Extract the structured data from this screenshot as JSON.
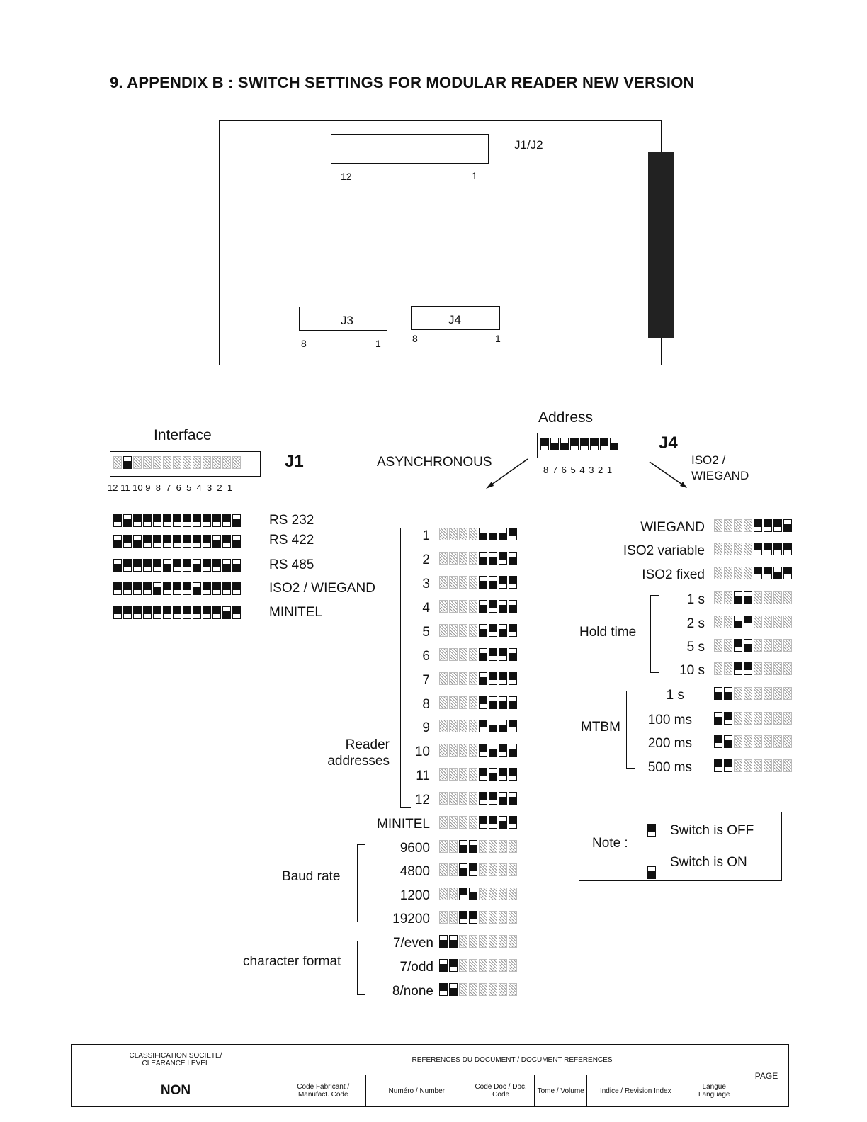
{
  "title": "9.  APPENDIX B : SWITCH SETTINGS FOR MODULAR READER NEW VERSION",
  "board": {
    "j12_label": "J1/J2",
    "j12_left": "12",
    "j12_right": "1",
    "j3_label": "J3",
    "j3_left": "8",
    "j3_right": "1",
    "j4_label": "J4",
    "j4_left": "8",
    "j4_right": "1"
  },
  "interface": {
    "heading": "Interface",
    "connector": "J1",
    "numbers": "12 11 10 9  8  7  6  5  4  3  2  1",
    "header_pattern": "XOXXXXXXXXXXX",
    "rows": [
      {
        "label": "RS 232",
        "pattern": "FOFFFFFFFFFFO"
      },
      {
        "label": "RS 422",
        "pattern": "OFOFFFFFFFOFO"
      },
      {
        "label": "RS 485",
        "pattern": "OFFFFOFFOFFOO"
      },
      {
        "label": "ISO2 / WIEGAND",
        "pattern": "FFFFOFFFOFFFF"
      },
      {
        "label": "MINITEL",
        "pattern": "FFFFFFFFFFFOF"
      }
    ]
  },
  "address": {
    "heading": "Address",
    "connector": "J4",
    "numbers": "8 7 6 5 4 3 2 1",
    "header_pattern": "FOOFFFFO",
    "async_label": "ASYNCHRONOUS",
    "iso_label_1": "ISO2 /",
    "iso_label_2": "WIEGAND"
  },
  "async": {
    "reader_label_1": "Reader",
    "reader_label_2": "addresses",
    "readers": [
      {
        "label": "1",
        "pattern": "XXXXOOOF"
      },
      {
        "label": "2",
        "pattern": "XXXXOOFO"
      },
      {
        "label": "3",
        "pattern": "XXXXOOFF"
      },
      {
        "label": "4",
        "pattern": "XXXXOFOO"
      },
      {
        "label": "5",
        "pattern": "XXXXOFOF"
      },
      {
        "label": "6",
        "pattern": "XXXXOFFO"
      },
      {
        "label": "7",
        "pattern": "XXXXOFFF"
      },
      {
        "label": "8",
        "pattern": "XXXXFOOO"
      },
      {
        "label": "9",
        "pattern": "XXXXFOOF"
      },
      {
        "label": "10",
        "pattern": "XXXXFOFO"
      },
      {
        "label": "11",
        "pattern": "XXXXFOFF"
      },
      {
        "label": "12",
        "pattern": "XXXXFFOO"
      }
    ],
    "minitel": {
      "label": "MINITEL",
      "pattern": "XXXXFFOF"
    },
    "baud_label": "Baud rate",
    "baud": [
      {
        "label": "9600",
        "pattern": "XXOOXXXX"
      },
      {
        "label": "4800",
        "pattern": "XXOFXXXX"
      },
      {
        "label": "1200",
        "pattern": "XXFOXXXX"
      },
      {
        "label": "19200",
        "pattern": "XXFFXXXX"
      }
    ],
    "format_label": "character format",
    "format": [
      {
        "label": "7/even",
        "pattern": "OOXXXXXX"
      },
      {
        "label": "7/odd",
        "pattern": "OFXXXXXX"
      },
      {
        "label": "8/none",
        "pattern": "FOXXXXXX"
      }
    ]
  },
  "iso": {
    "modes": [
      {
        "label": "WIEGAND",
        "pattern": "XXXXFFFO"
      },
      {
        "label": "ISO2 variable",
        "pattern": "XXXXFFFF"
      },
      {
        "label": "ISO2 fixed",
        "pattern": "XXXXFFOF"
      }
    ],
    "hold_label": "Hold time",
    "hold": [
      {
        "label": "1 s",
        "pattern": "XXOOXXXX"
      },
      {
        "label": "2 s",
        "pattern": "XXOFXXXX"
      },
      {
        "label": "5 s",
        "pattern": "XXFOXXXX"
      },
      {
        "label": "10 s",
        "pattern": "XXFFXXXX"
      }
    ],
    "mtbm_label": "MTBM",
    "mtbm": [
      {
        "label": "1 s",
        "pattern": "OOXXXXXX"
      },
      {
        "label": "100 ms",
        "pattern": "OFXXXXXX"
      },
      {
        "label": "200 ms",
        "pattern": "FOXXXXXX"
      },
      {
        "label": "500 ms",
        "pattern": "FFXXXXXX"
      }
    ]
  },
  "note": {
    "label": "Note :",
    "off_text": "Switch is OFF",
    "on_text": "Switch is ON"
  },
  "footer": {
    "clearance_title_1": "CLASSIFICATION SOCIETE/",
    "clearance_title_2": "CLEARANCE LEVEL",
    "clearance_value": "NON",
    "refs_title": "REFERENCES DU DOCUMENT / DOCUMENT REFERENCES",
    "code_fab": "Code Fabricant / Manufact. Code",
    "numero": "Numéro / Number",
    "code_doc": "Code Doc / Doc. Code",
    "tome": "Tome / Volume",
    "indice": "Indice / Revision Index",
    "langue": "Langue Language",
    "page": "PAGE"
  }
}
